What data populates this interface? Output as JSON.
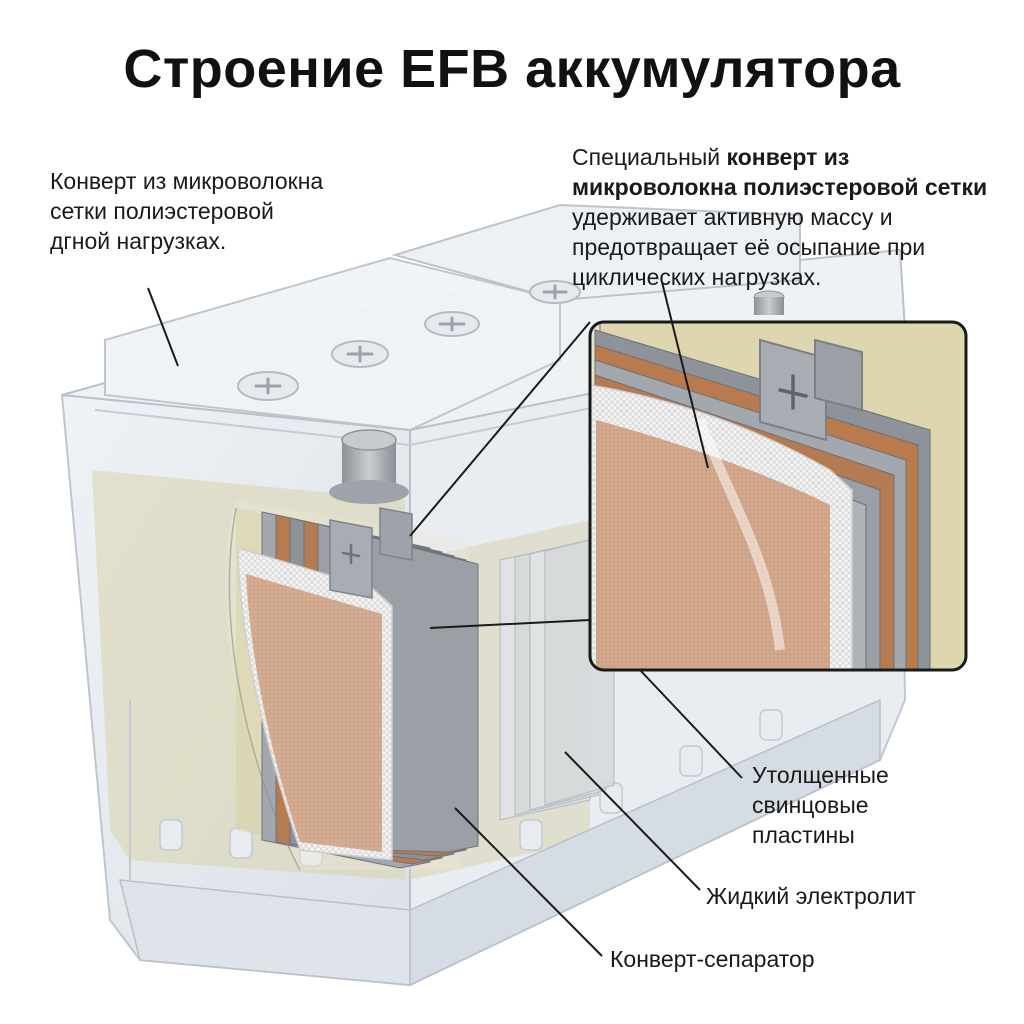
{
  "title": "Строение EFB аккумулятора",
  "labels": {
    "envelope_left": "Конверт из микроволокна сетки полиэстеровой дгной нагрузках.",
    "envelope_right": {
      "part1": "Специальный ",
      "bold": "конверт из микроволокна полиэстеровой сетки",
      "part2": " удерживает активную массу и предотвращает её осыпание при циклических нагрузках."
    },
    "plates": "Утолщенные свинцовые пластины",
    "electrolyte": "Жидкий электролит",
    "separator": "Конверт-сепаратор"
  },
  "terminal_symbol": "+",
  "colors": {
    "case": "#e4e9ef",
    "case_edge": "#b8c0ca",
    "electrolyte": "#d9d3ac",
    "plate_grey": "#8e9399",
    "plate_copper": "#b97a4e",
    "active_mass": "#d4ab92",
    "separator_mesh": "#f1f1f1",
    "terminal": "#a7acb2",
    "leader": "#1a1a1a"
  },
  "icons": [
    "plus-icon",
    "terminal-icon"
  ]
}
